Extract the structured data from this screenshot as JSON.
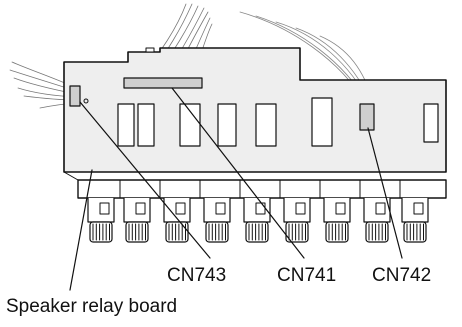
{
  "callouts": {
    "cn743": "CN743",
    "cn741": "CN741",
    "cn742": "CN742",
    "board": "Speaker relay board"
  },
  "colors": {
    "line": "#111111",
    "board_fill": "#eeeeee",
    "connector_fill": "#cfcfcf",
    "background": "#ffffff"
  }
}
